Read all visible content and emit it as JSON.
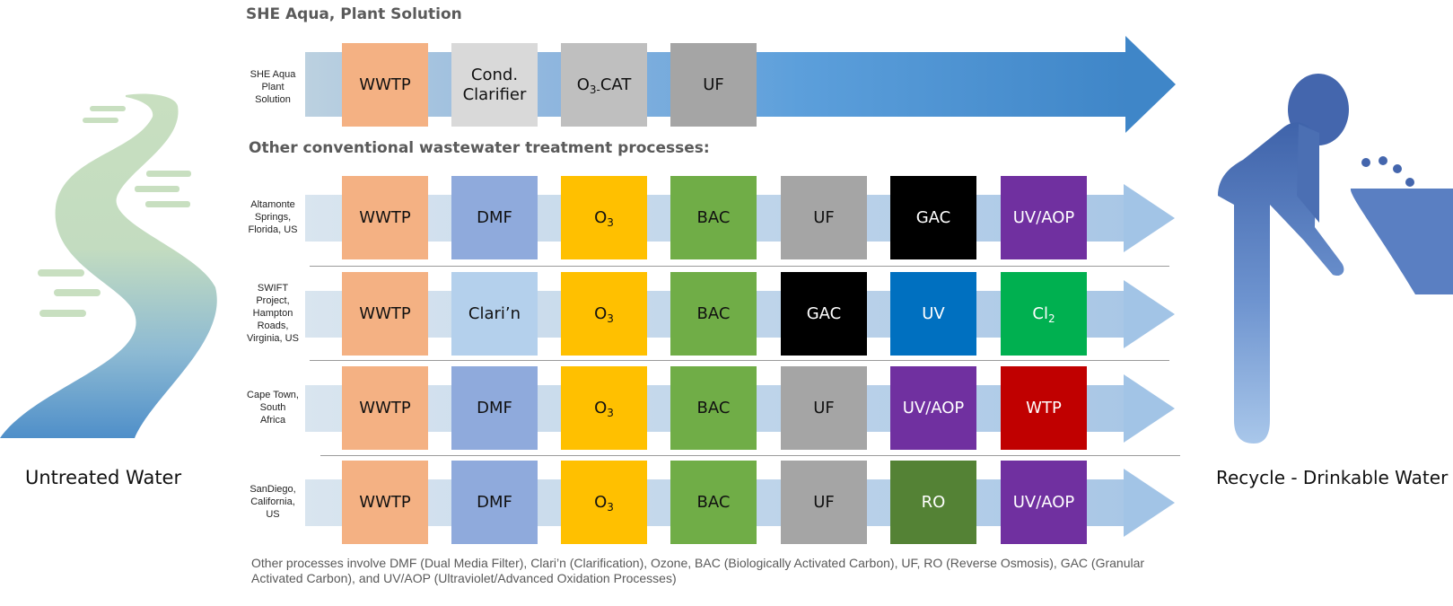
{
  "title_main": "SHE Aqua, Plant Solution",
  "title_other": "Other conventional wastewater treatment processes:",
  "left_caption": "Untreated Water",
  "right_caption": "Recycle - Drinkable Water",
  "main_row": {
    "label_lines": [
      "SHE Aqua",
      "Plant",
      "Solution"
    ],
    "steps": [
      {
        "text": "WWTP",
        "fill": "#f4b183",
        "text_color": "#111111"
      },
      {
        "text": "Cond. Clarifier",
        "fill": "#d9d9d9",
        "text_color": "#111111"
      },
      {
        "text": "O",
        "sub": "3-",
        "suffix": "CAT",
        "fill": "#bfbfbf",
        "text_color": "#111111"
      },
      {
        "text": "UF",
        "fill": "#a5a5a5",
        "text_color": "#111111"
      }
    ]
  },
  "rows": [
    {
      "label_lines": [
        "Altamonte",
        "Springs,",
        "Florida, US"
      ],
      "steps": [
        {
          "text": "WWTP",
          "fill": "#f4b183",
          "text_color": "#111111"
        },
        {
          "text": "DMF",
          "fill": "#8faadc",
          "text_color": "#111111"
        },
        {
          "text": "O",
          "sub": "3",
          "fill": "#ffc000",
          "text_color": "#111111"
        },
        {
          "text": "BAC",
          "fill": "#70ad47",
          "text_color": "#111111"
        },
        {
          "text": "UF",
          "fill": "#a5a5a5",
          "text_color": "#111111"
        },
        {
          "text": "GAC",
          "fill": "#000000",
          "text_color": "#ffffff"
        },
        {
          "text": "UV/AOP",
          "fill": "#7030a0",
          "text_color": "#ffffff"
        }
      ]
    },
    {
      "label_lines": [
        "SWIFT",
        "Project,",
        "Hampton",
        "Roads,",
        "Virginia, US"
      ],
      "steps": [
        {
          "text": "WWTP",
          "fill": "#f4b183",
          "text_color": "#111111"
        },
        {
          "text": "Clari’n",
          "fill": "#b4d0ec",
          "text_color": "#111111"
        },
        {
          "text": "O",
          "sub": "3",
          "fill": "#ffc000",
          "text_color": "#111111"
        },
        {
          "text": "BAC",
          "fill": "#70ad47",
          "text_color": "#111111"
        },
        {
          "text": "GAC",
          "fill": "#000000",
          "text_color": "#ffffff"
        },
        {
          "text": "UV",
          "fill": "#0070c0",
          "text_color": "#ffffff"
        },
        {
          "text": "Cl",
          "sub": "2",
          "fill": "#00b050",
          "text_color": "#ffffff"
        }
      ]
    },
    {
      "label_lines": [
        "Cape Town,",
        "South",
        "Africa"
      ],
      "steps": [
        {
          "text": "WWTP",
          "fill": "#f4b183",
          "text_color": "#111111"
        },
        {
          "text": "DMF",
          "fill": "#8faadc",
          "text_color": "#111111"
        },
        {
          "text": "O",
          "sub": "3",
          "fill": "#ffc000",
          "text_color": "#111111"
        },
        {
          "text": "BAC",
          "fill": "#70ad47",
          "text_color": "#111111"
        },
        {
          "text": "UF",
          "fill": "#a5a5a5",
          "text_color": "#111111"
        },
        {
          "text": "UV/AOP",
          "fill": "#7030a0",
          "text_color": "#ffffff"
        },
        {
          "text": "WTP",
          "fill": "#c00000",
          "text_color": "#ffffff"
        }
      ]
    },
    {
      "label_lines": [
        "SanDiego,",
        "California,",
        "US"
      ],
      "steps": [
        {
          "text": "WWTP",
          "fill": "#f4b183",
          "text_color": "#111111"
        },
        {
          "text": "DMF",
          "fill": "#8faadc",
          "text_color": "#111111"
        },
        {
          "text": "O",
          "sub": "3",
          "fill": "#ffc000",
          "text_color": "#111111"
        },
        {
          "text": "BAC",
          "fill": "#70ad47",
          "text_color": "#111111"
        },
        {
          "text": "UF",
          "fill": "#a5a5a5",
          "text_color": "#111111"
        },
        {
          "text": "RO",
          "fill": "#548235",
          "text_color": "#ffffff"
        },
        {
          "text": "UV/AOP",
          "fill": "#7030a0",
          "text_color": "#ffffff"
        }
      ]
    }
  ],
  "footnote": "Other processes involve DMF (Dual Media Filter), Clari’n (Clarification), Ozone, BAC (Biologically Activated Carbon), UF, RO (Reverse Osmosis), GAC (Granular Activated Carbon), and UV/AOP (Ultraviolet/Advanced Oxidation Processes)",
  "icons": {
    "left": "river-icon",
    "right": "drinking-fountain-person-icon"
  }
}
